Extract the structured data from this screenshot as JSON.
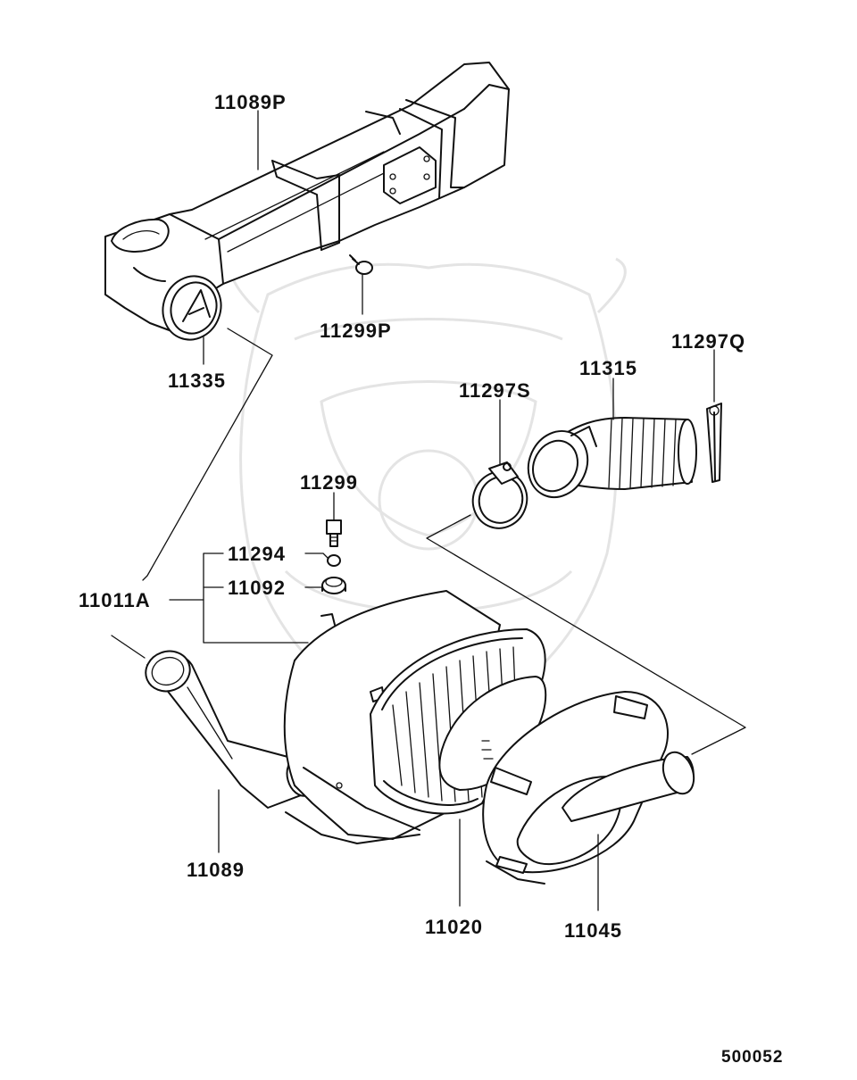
{
  "diagram": {
    "part_labels": {
      "p11089P": "11089P",
      "p11299P": "11299P",
      "p11335": "11335",
      "p11297Q": "11297Q",
      "p11315": "11315",
      "p11297S": "11297S",
      "p11299": "11299",
      "p11294": "11294",
      "p11092": "11092",
      "p11011A": "11011A",
      "p11089": "11089",
      "p11020": "11020",
      "p11045": "11045"
    },
    "reference_number": "500052"
  }
}
